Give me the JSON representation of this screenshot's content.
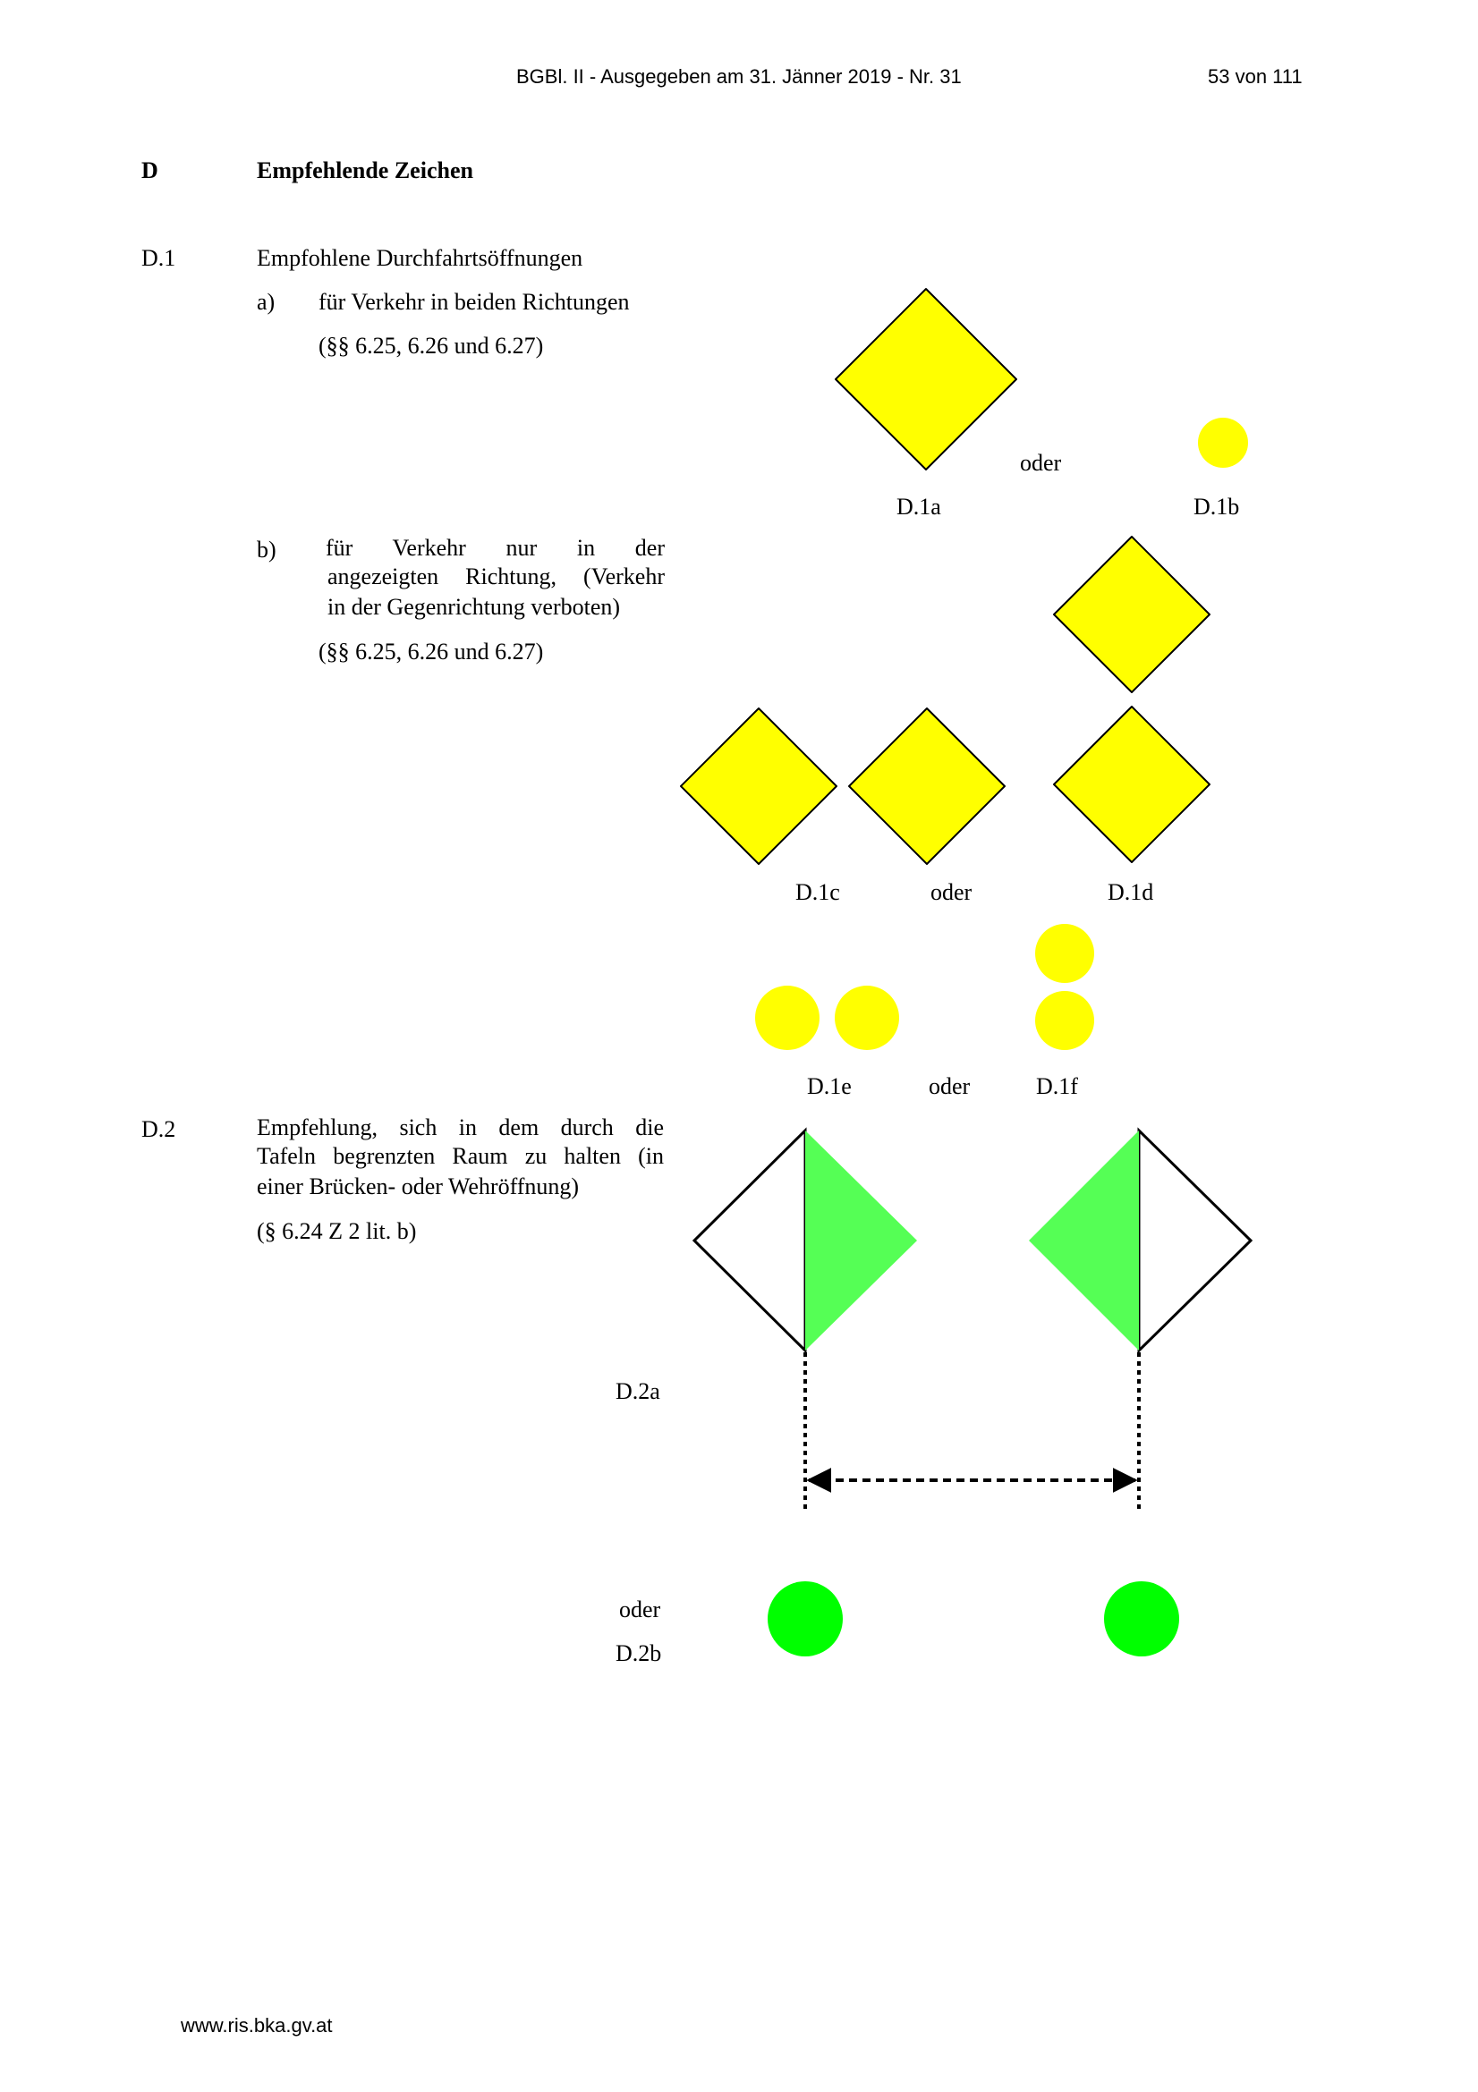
{
  "header": {
    "title": "BGBl. II - Ausgegeben am 31. Jänner 2019 - Nr. 31",
    "page": "53 von 111"
  },
  "section": {
    "letter": "D",
    "title": "Empfehlende Zeichen"
  },
  "d1": {
    "number": "D.1",
    "title": "Empfohlene Durchfahrtsöffnungen",
    "a_marker": "a)",
    "a_text": "für Verkehr in beiden Richtungen",
    "a_ref": "(§§ 6.25, 6.26 und 6.27)",
    "b_marker": "b)",
    "b_line1": "für Verkehr nur in der",
    "b_line2": "angezeigten Richtung, (Verkehr",
    "b_line3": "in der Gegenrichtung verboten)",
    "b_ref": "(§§ 6.25, 6.26 und 6.27)",
    "labels": {
      "d1a": "D.1a",
      "d1b": "D.1b",
      "oder_ab": "oder",
      "d1c": "D.1c",
      "oder_cd": "oder",
      "d1d": "D.1d",
      "d1e": "D.1e",
      "oder_ef": "oder",
      "d1f": "D.1f"
    }
  },
  "d2": {
    "number": "D.2",
    "line1": "Empfehlung, sich in dem durch die",
    "line2": "Tafeln begrenzten Raum zu halten (in",
    "line3": "einer Brücken- oder Wehröffnung)",
    "ref": "(§ 6.24 Z 2 lit. b)",
    "label_a": "D.2a",
    "oder": "oder",
    "label_b": "D.2b"
  },
  "footer": {
    "url": "www.ris.bka.gv.at"
  },
  "colors": {
    "yellow": "#ffff00",
    "light_green": "#55ff55",
    "green": "#00ff00",
    "stroke": "#000000"
  }
}
